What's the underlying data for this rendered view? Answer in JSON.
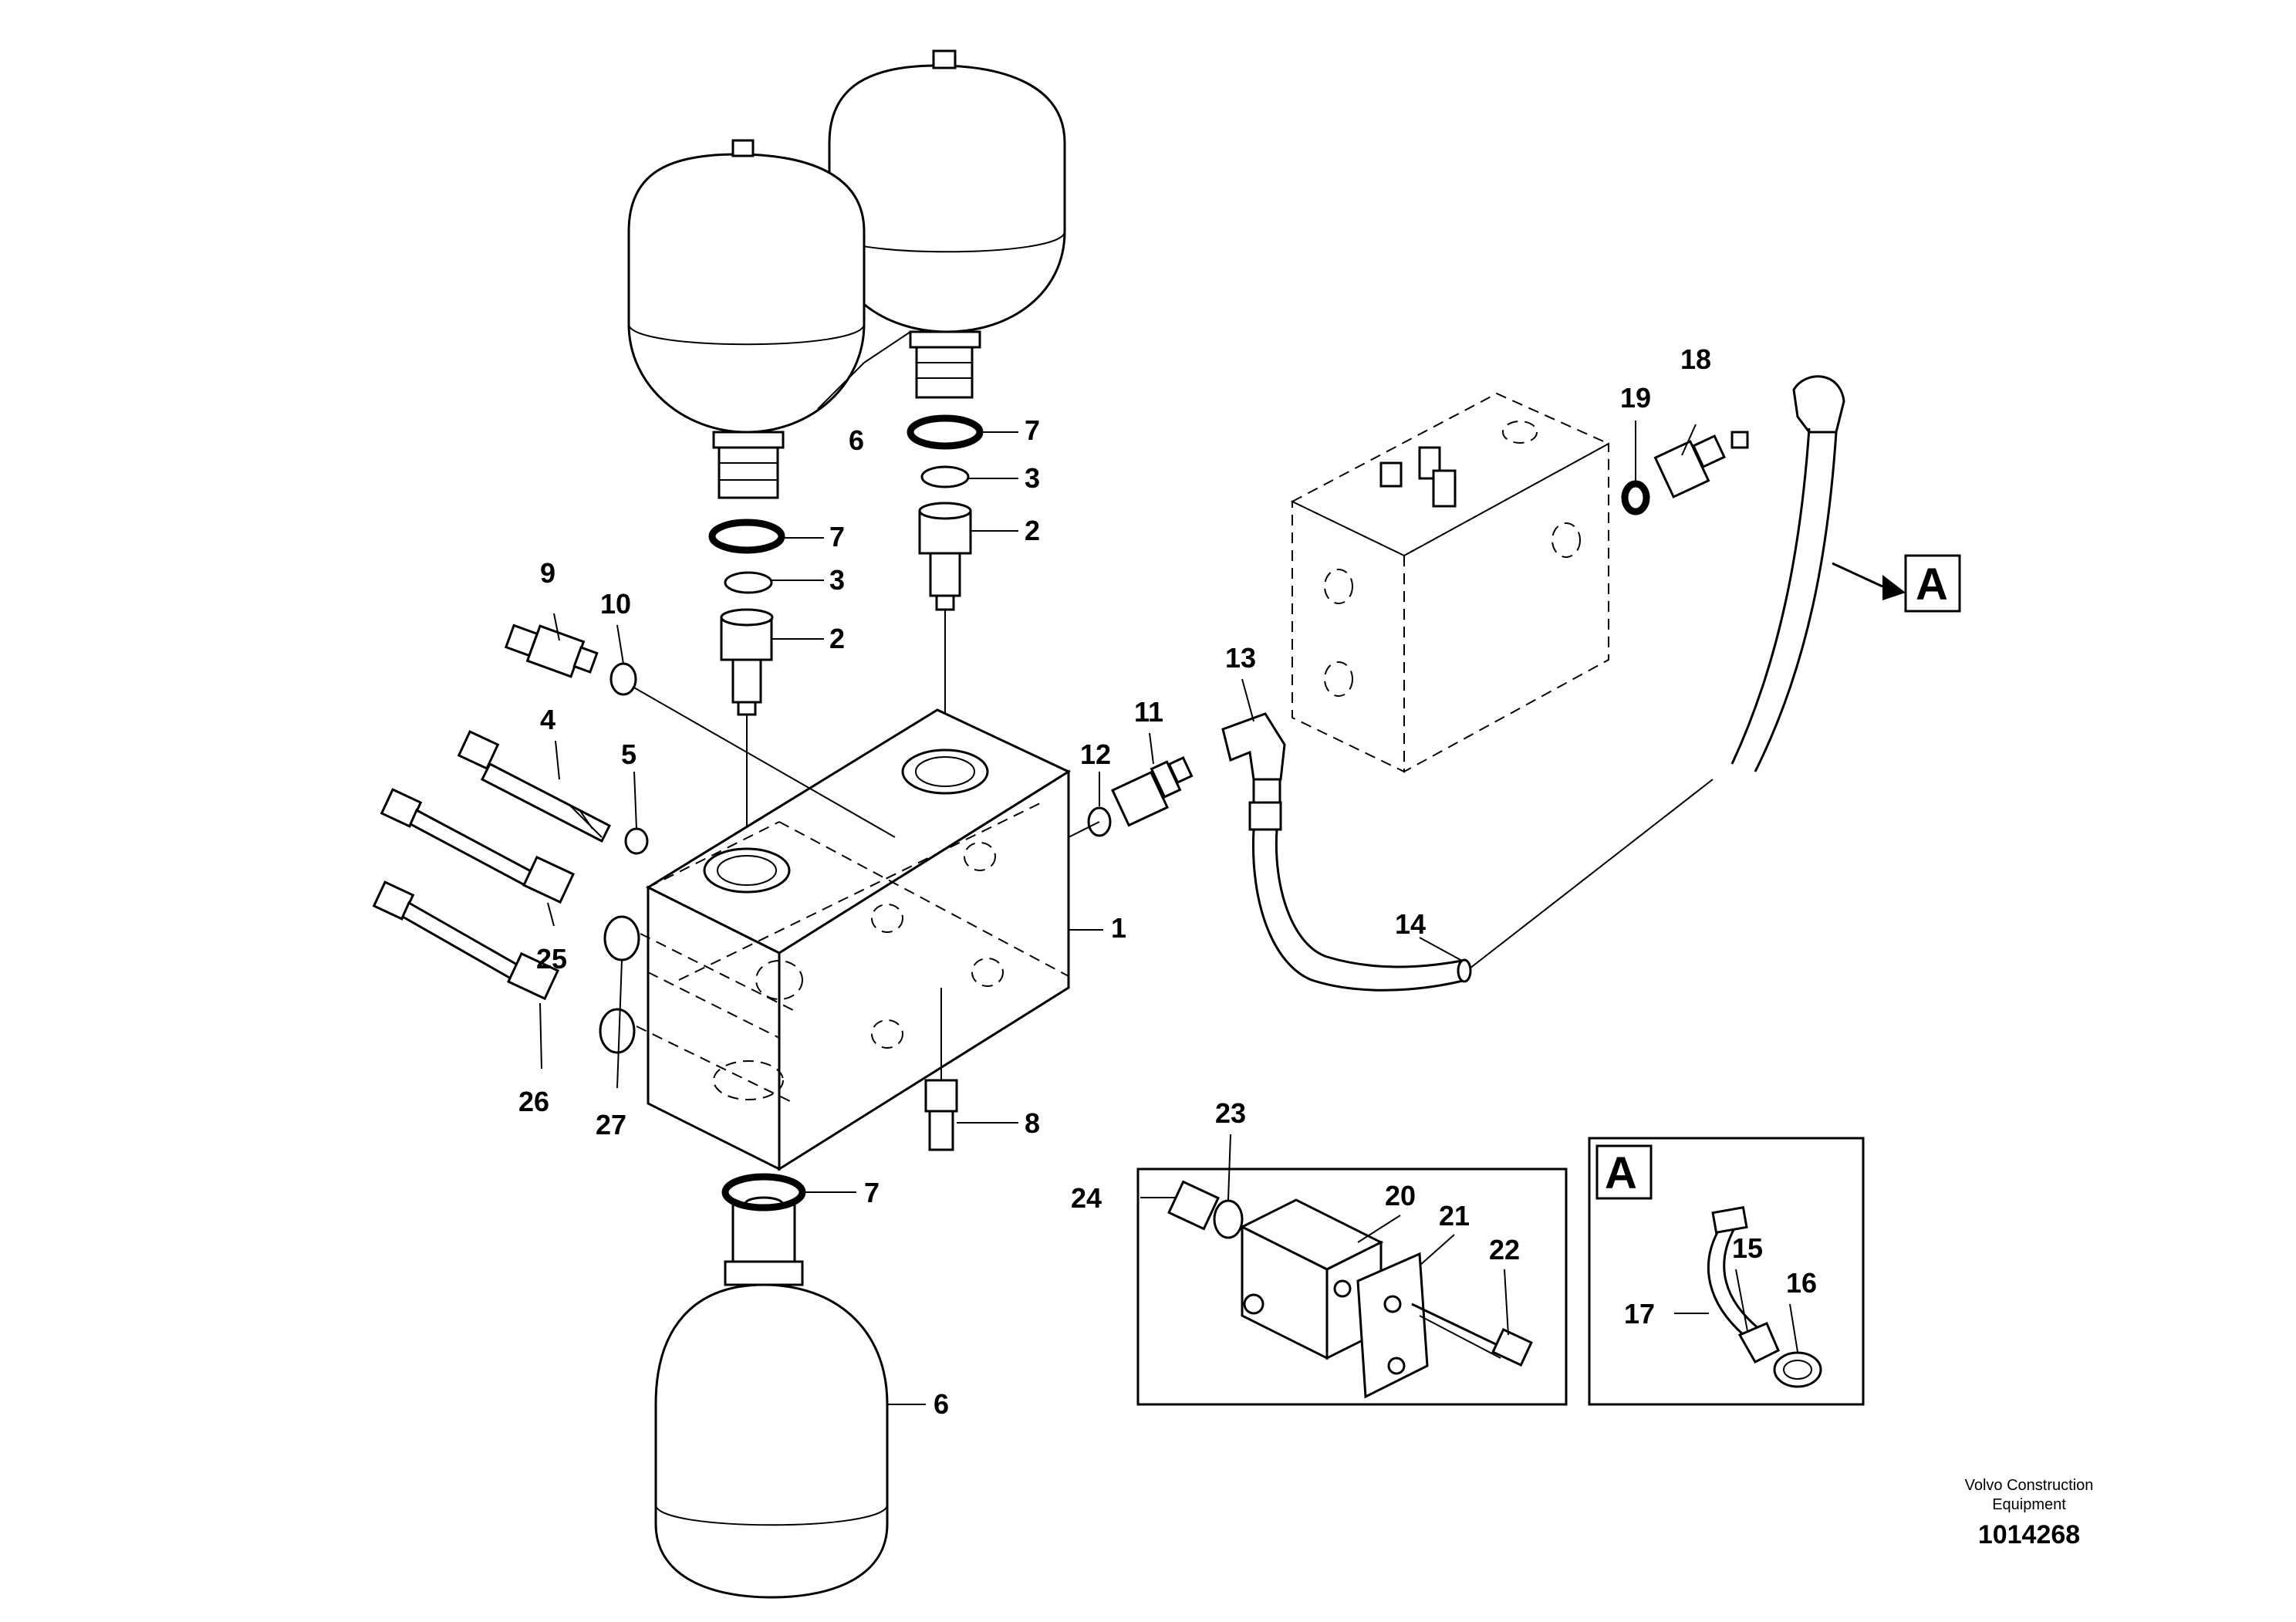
{
  "callouts": {
    "c1": "1",
    "c2a": "2",
    "c2b": "2",
    "c3a": "3",
    "c3b": "3",
    "c4": "4",
    "c5": "5",
    "c6a": "6",
    "c6b": "6",
    "c7a": "7",
    "c7b": "7",
    "c7c": "7",
    "c8": "8",
    "c9": "9",
    "c10": "10",
    "c11": "11",
    "c12": "12",
    "c13": "13",
    "c14": "14",
    "c15": "15",
    "c16": "16",
    "c17": "17",
    "c18": "18",
    "c19": "19",
    "c20": "20",
    "c21": "21",
    "c22": "22",
    "c23": "23",
    "c24": "24",
    "c25": "25",
    "c26": "26",
    "c27": "27"
  },
  "detail_ref": {
    "marker": "A",
    "box_label": "A"
  },
  "footer": {
    "company_line1": "Volvo Construction",
    "company_line2": "Equipment",
    "document_number": "1014268"
  }
}
